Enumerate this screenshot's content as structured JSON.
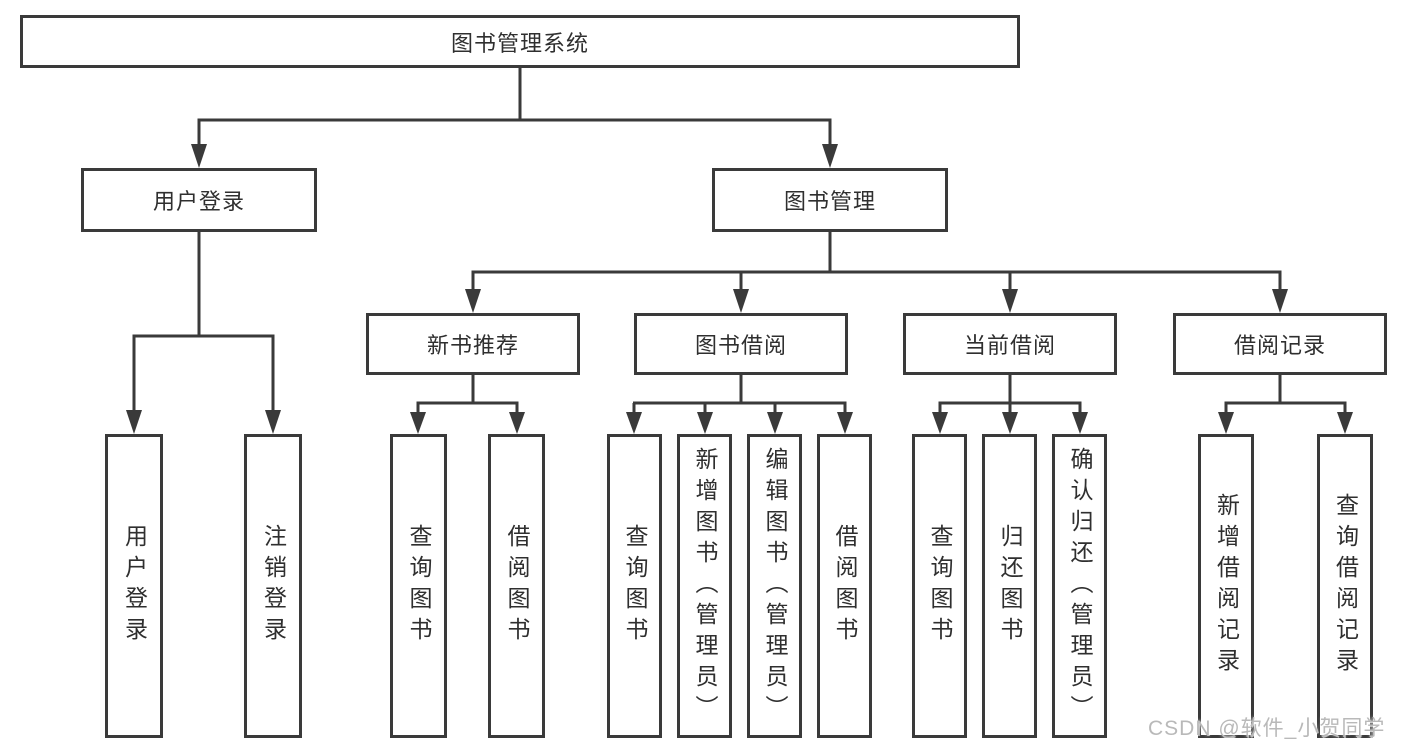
{
  "tree": {
    "root": {
      "label": "图书管理系统"
    },
    "branches": [
      {
        "label": "用户登录",
        "children": [
          {
            "label": "用户登录"
          },
          {
            "label": "注销登录"
          }
        ]
      },
      {
        "label": "图书管理",
        "children": [
          {
            "label": "新书推荐",
            "children": [
              {
                "label": "查询图书"
              },
              {
                "label": "借阅图书"
              }
            ]
          },
          {
            "label": "图书借阅",
            "children": [
              {
                "label": "查询图书"
              },
              {
                "label": "新增图书（管理员）"
              },
              {
                "label": "编辑图书（管理员）"
              },
              {
                "label": "借阅图书"
              }
            ]
          },
          {
            "label": "当前借阅",
            "children": [
              {
                "label": "查询图书"
              },
              {
                "label": "归还图书"
              },
              {
                "label": "确认归还（管理员）"
              }
            ]
          },
          {
            "label": "借阅记录",
            "children": [
              {
                "label": "新增借阅记录"
              },
              {
                "label": "查询借阅记录"
              }
            ]
          }
        ]
      }
    ]
  },
  "watermark": "CSDN @软件_小贺同学",
  "colors": {
    "line": "#3a3a3a",
    "text": "#2f2f2f",
    "background": "#ffffff",
    "watermark": "#b9b9b9"
  }
}
